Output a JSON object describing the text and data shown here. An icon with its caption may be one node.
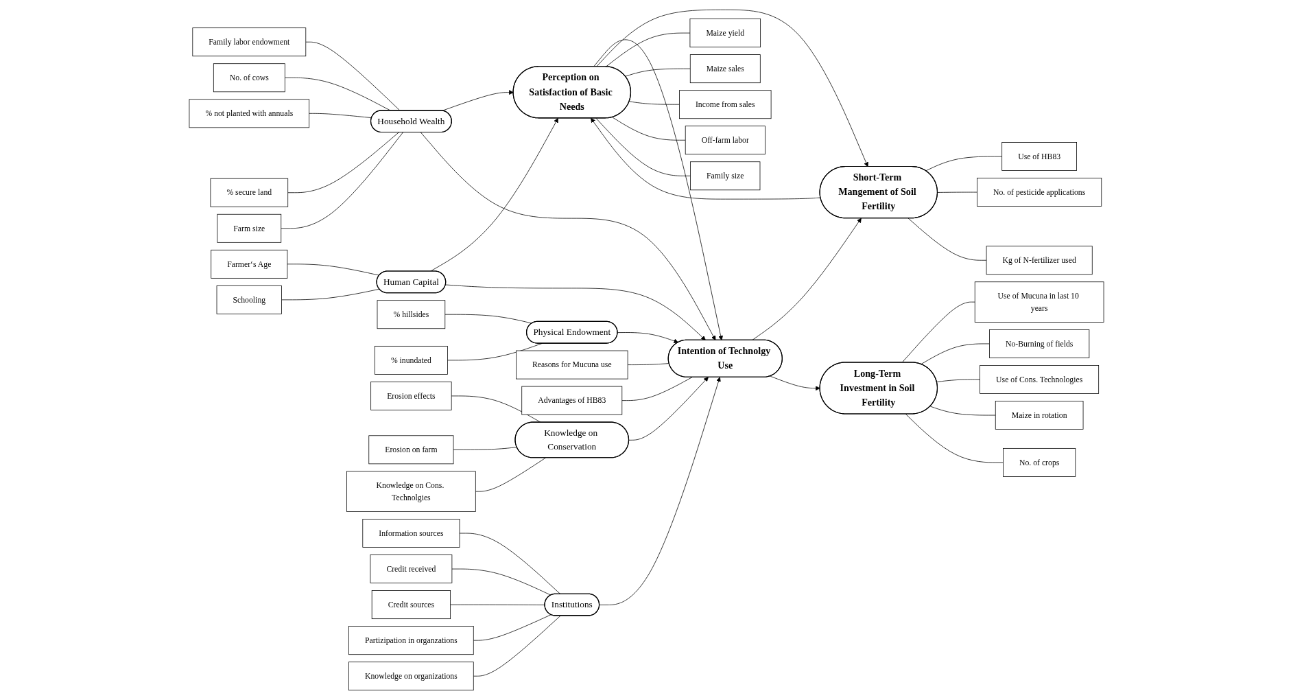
{
  "diagram": {
    "nodes": [
      {
        "text": [
          "Household Wealth"
        ]
      },
      {
        "text": [
          "Human Capital"
        ]
      },
      {
        "text": [
          "Physical Endowment"
        ]
      },
      {
        "text": [
          "Knowledge on Conservation"
        ]
      },
      {
        "text": [
          "Perception on Satisfaction of Basic Needs"
        ]
      },
      {
        "text": [
          "Intention of Technolgy Use"
        ]
      },
      {
        "text": [
          "Institutions"
        ]
      },
      {
        "text": [
          "Short-Term Mangement of Soil Fertility"
        ]
      },
      {
        "text": [
          "Long-Term Investment in Soil Fertility"
        ]
      },
      {
        "text": [
          "Family labor endowment"
        ]
      },
      {
        "text": [
          "No. of cows"
        ]
      },
      {
        "text": [
          "% not planted with annuals"
        ]
      },
      {
        "text": [
          "% secure land"
        ]
      },
      {
        "text": [
          "Farm size"
        ]
      },
      {
        "text": [
          "Farmer‘s Age"
        ]
      },
      {
        "text": [
          "Schooling"
        ]
      },
      {
        "text": [
          "% hillsides"
        ]
      },
      {
        "text": [
          "% inundated"
        ]
      },
      {
        "text": [
          "Erosion effects"
        ]
      },
      {
        "text": [
          "Erosion on farm"
        ]
      },
      {
        "text": [
          "Knowledge on Cons. Technolgies"
        ]
      },
      {
        "text": [
          "Maize yield"
        ]
      },
      {
        "text": [
          "Maize sales"
        ]
      },
      {
        "text": [
          "Income from sales"
        ]
      },
      {
        "text": [
          "Off-farm labor"
        ]
      },
      {
        "text": [
          "Family size"
        ]
      },
      {
        "text": [
          "Reasons for Mucuna use"
        ]
      },
      {
        "text": [
          "Advantages of HB83"
        ]
      },
      {
        "text": [
          "Information sources"
        ]
      },
      {
        "text": [
          "Credit received"
        ]
      },
      {
        "text": [
          "Credit sources"
        ]
      },
      {
        "text": [
          "Partizipation in organzations"
        ]
      },
      {
        "text": [
          "Knowledge on organizations"
        ]
      },
      {
        "text": [
          "Use of HB83"
        ]
      },
      {
        "text": [
          "No. of pesticide applications"
        ]
      },
      {
        "text": [
          "Kg of N-fertilizer used"
        ]
      },
      {
        "text": [
          "Use of Mucuna in last 10 years"
        ]
      },
      {
        "text": [
          "No-Burning of fields"
        ]
      },
      {
        "text": [
          "Use of Cons. Technologies"
        ]
      },
      {
        "text": [
          "Maize in rotation"
        ]
      },
      {
        "text": [
          "No. of crops"
        ]
      }
    ],
    "edges": [
      {
        "from": 0,
        "to": 4,
        "arrow": "to"
      },
      {
        "from": 0,
        "to": 5,
        "arrow": "to"
      },
      {
        "from": 1,
        "to": 4,
        "arrow": "to"
      },
      {
        "from": 1,
        "to": 5,
        "arrow": "to"
      },
      {
        "from": 2,
        "to": 5,
        "arrow": "to"
      },
      {
        "from": 3,
        "to": 5,
        "arrow": "to"
      },
      {
        "from": 4,
        "to": 5,
        "arrow": "to"
      },
      {
        "from": 4,
        "to": 7,
        "arrow": "to"
      },
      {
        "from": 7,
        "to": 4,
        "arrow": "to"
      },
      {
        "from": 5,
        "to": 7,
        "arrow": "to"
      },
      {
        "from": 5,
        "to": 8,
        "arrow": "to"
      },
      {
        "from": 6,
        "to": 5,
        "arrow": "to"
      },
      {
        "from": 9,
        "to": 0,
        "arrow": "none"
      },
      {
        "from": 10,
        "to": 0,
        "arrow": "none"
      },
      {
        "from": 11,
        "to": 0,
        "arrow": "none"
      },
      {
        "from": 12,
        "to": 0,
        "arrow": "none"
      },
      {
        "from": 13,
        "to": 0,
        "arrow": "none"
      },
      {
        "from": 14,
        "to": 1,
        "arrow": "none"
      },
      {
        "from": 15,
        "to": 1,
        "arrow": "none"
      },
      {
        "from": 16,
        "to": 2,
        "arrow": "none"
      },
      {
        "from": 17,
        "to": 2,
        "arrow": "none"
      },
      {
        "from": 18,
        "to": 3,
        "arrow": "none"
      },
      {
        "from": 19,
        "to": 3,
        "arrow": "none"
      },
      {
        "from": 20,
        "to": 3,
        "arrow": "none"
      },
      {
        "from": 21,
        "to": 4,
        "arrow": "none"
      },
      {
        "from": 22,
        "to": 4,
        "arrow": "none"
      },
      {
        "from": 23,
        "to": 4,
        "arrow": "none"
      },
      {
        "from": 24,
        "to": 4,
        "arrow": "none"
      },
      {
        "from": 25,
        "to": 4,
        "arrow": "none"
      },
      {
        "from": 26,
        "to": 5,
        "arrow": "none"
      },
      {
        "from": 27,
        "to": 5,
        "arrow": "none"
      },
      {
        "from": 28,
        "to": 6,
        "arrow": "none"
      },
      {
        "from": 29,
        "to": 6,
        "arrow": "none"
      },
      {
        "from": 30,
        "to": 6,
        "arrow": "none"
      },
      {
        "from": 31,
        "to": 6,
        "arrow": "none"
      },
      {
        "from": 32,
        "to": 6,
        "arrow": "none"
      },
      {
        "from": 33,
        "to": 7,
        "arrow": "none"
      },
      {
        "from": 34,
        "to": 7,
        "arrow": "none"
      },
      {
        "from": 35,
        "to": 7,
        "arrow": "none"
      },
      {
        "from": 36,
        "to": 8,
        "arrow": "none"
      },
      {
        "from": 37,
        "to": 8,
        "arrow": "none"
      },
      {
        "from": 38,
        "to": 8,
        "arrow": "none"
      },
      {
        "from": 39,
        "to": 8,
        "arrow": "none"
      },
      {
        "from": 40,
        "to": 8,
        "arrow": "none"
      }
    ]
  }
}
